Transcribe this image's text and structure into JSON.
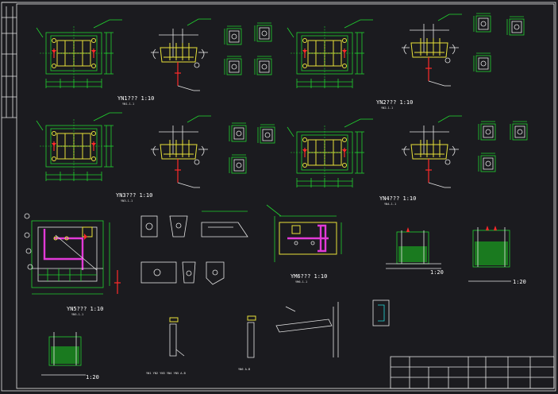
{
  "drawing": {
    "details": [
      {
        "id": "yn1",
        "label": "YN1???  1:10",
        "sublabel": "YN1-1-1"
      },
      {
        "id": "yn2",
        "label": "YN2???  1:10",
        "sublabel": "YN2-1-1"
      },
      {
        "id": "yn3",
        "label": "YN3???  1:10",
        "sublabel": "YN3-1-1"
      },
      {
        "id": "yn4",
        "label": "YN4???  1:10",
        "sublabel": "YN4-1-1"
      },
      {
        "id": "yn5",
        "label": "YN5???  1:10",
        "sublabel": "YN5-1-1"
      },
      {
        "id": "yn6",
        "label": "YM6???  1:10",
        "sublabel": "YM6-1-1"
      }
    ],
    "scales": [
      {
        "id": "s1",
        "label": "1:20"
      },
      {
        "id": "s2",
        "label": "1:20"
      },
      {
        "id": "s3",
        "label": "1:20"
      }
    ],
    "bottom_notes": [
      {
        "id": "n1",
        "label": "YN1  YN2  YN3  YN4  YN5 A-B"
      },
      {
        "id": "n2",
        "label": "YN6 A-B"
      }
    ],
    "colors": {
      "background": "#1b1b1f",
      "frame": "#ffffff",
      "outline": "#21d12f",
      "plate": "#e8e23a",
      "section": "#e23ad7",
      "marker": "#ff2a2a",
      "dimension": "#25d9d9"
    }
  }
}
